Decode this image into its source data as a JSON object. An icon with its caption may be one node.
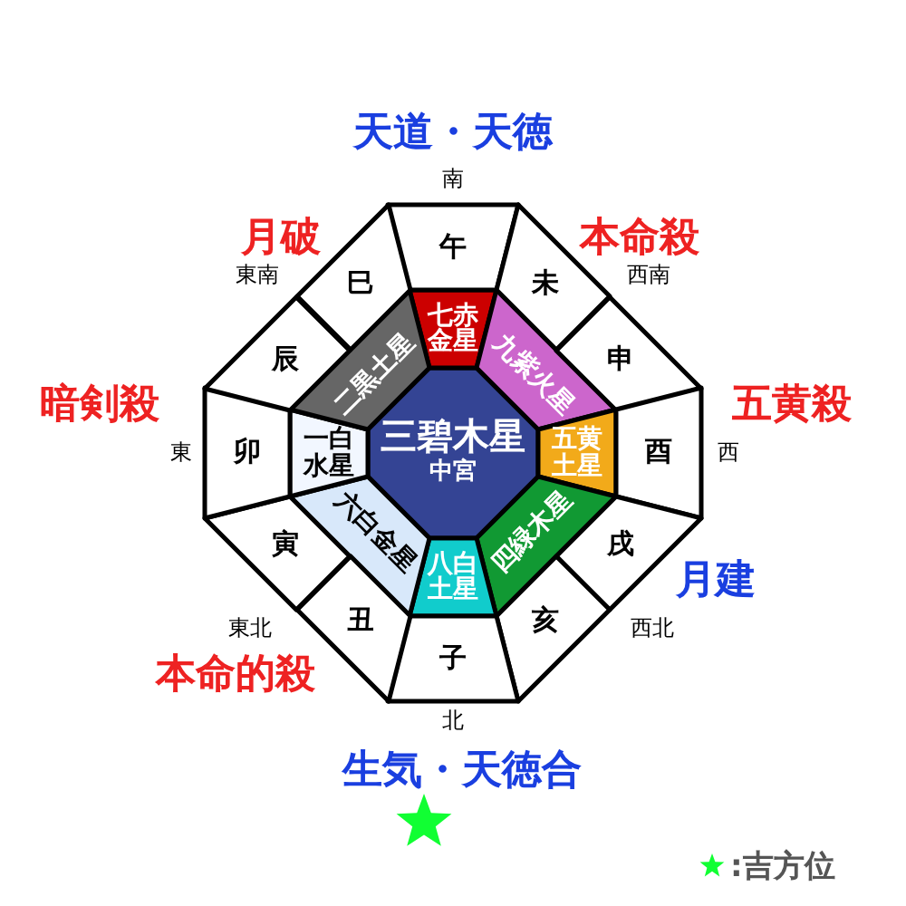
{
  "diagram": {
    "nodes": [
      {
        "text": [
          "三碧木星",
          "中宮"
        ]
      },
      {
        "text": [
          "七赤金星"
        ]
      },
      {
        "text": [
          "九紫火星"
        ]
      },
      {
        "text": [
          "五黄土星"
        ]
      },
      {
        "text": [
          "四緑木星"
        ]
      },
      {
        "text": [
          "八白土星"
        ]
      },
      {
        "text": [
          "六白金星"
        ]
      },
      {
        "text": [
          "一白水星"
        ]
      },
      {
        "text": [
          "二黒土星"
        ]
      },
      {
        "text": [
          "午"
        ]
      },
      {
        "text": [
          "未"
        ]
      },
      {
        "text": [
          "申"
        ]
      },
      {
        "text": [
          "酉"
        ]
      },
      {
        "text": [
          "戌"
        ]
      },
      {
        "text": [
          "亥"
        ]
      },
      {
        "text": [
          "子"
        ]
      },
      {
        "text": [
          "丑"
        ]
      },
      {
        "text": [
          "寅"
        ]
      },
      {
        "text": [
          "卯"
        ]
      },
      {
        "text": [
          "辰"
        ]
      },
      {
        "text": [
          "巳"
        ]
      }
    ],
    "edges": [],
    "labels": [
      "天道・天徳",
      "南",
      "月破",
      "本命殺",
      "東南",
      "西南",
      "暗剣殺",
      "五黄殺",
      "東",
      "西",
      "月建",
      "東北",
      "西北",
      "本命的殺",
      "北",
      "生気・天徳合"
    ],
    "legend": [
      {
        "text": ":吉方位"
      }
    ]
  }
}
